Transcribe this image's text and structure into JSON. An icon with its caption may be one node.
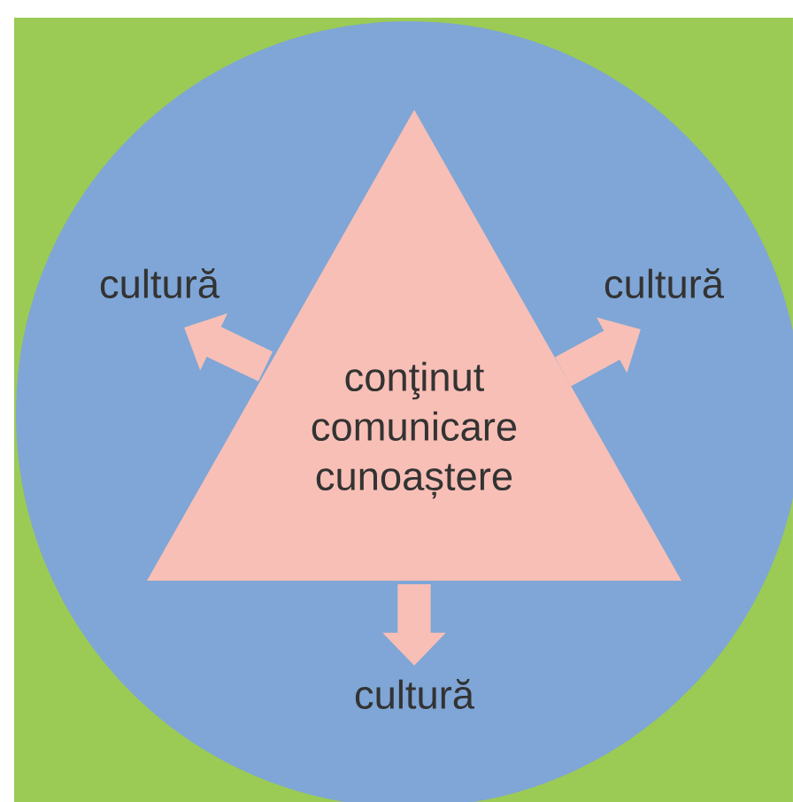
{
  "diagram": {
    "nodes": [
      {
        "text": [
          "conţinut comunicare cunoaștere"
        ]
      },
      {
        "text": [
          "cultură"
        ]
      },
      {
        "text": [
          "cultură"
        ]
      },
      {
        "text": [
          "cultură"
        ]
      }
    ],
    "edges": [
      {
        "from": 0,
        "to": 1,
        "arrow": "to"
      },
      {
        "from": 0,
        "to": 2,
        "arrow": "to"
      },
      {
        "from": 0,
        "to": 3,
        "arrow": "to"
      }
    ]
  }
}
